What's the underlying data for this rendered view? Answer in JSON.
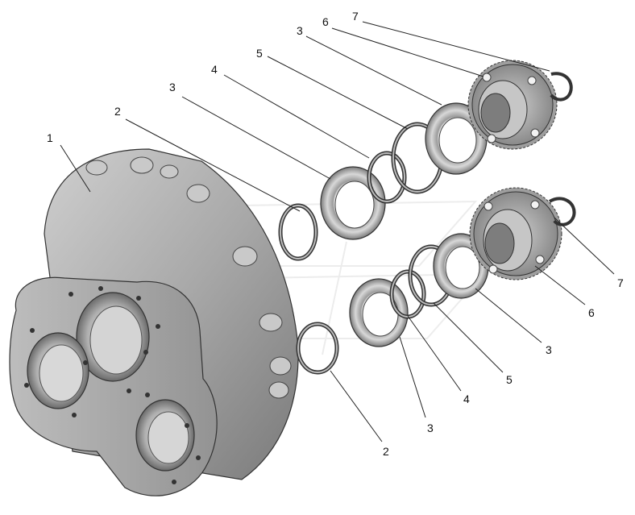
{
  "callouts": [
    {
      "id": "c1",
      "text": "1"
    },
    {
      "id": "c2a",
      "text": "2"
    },
    {
      "id": "c3a",
      "text": "3"
    },
    {
      "id": "c4a",
      "text": "4"
    },
    {
      "id": "c5a",
      "text": "5"
    },
    {
      "id": "c3b",
      "text": "3"
    },
    {
      "id": "c6a",
      "text": "6"
    },
    {
      "id": "c7a",
      "text": "7"
    },
    {
      "id": "c7b",
      "text": "7"
    },
    {
      "id": "c6b",
      "text": "6"
    },
    {
      "id": "c3c",
      "text": "3"
    },
    {
      "id": "c5b",
      "text": "5"
    },
    {
      "id": "c4b",
      "text": "4"
    },
    {
      "id": "c3d",
      "text": "3"
    },
    {
      "id": "c2b",
      "text": "2"
    }
  ],
  "colors": {
    "metal_light": "#d6d6d6",
    "metal_mid": "#a9a9a9",
    "metal_dark": "#6e6e6e",
    "outline": "#333333",
    "watermark": "#e6e6e6"
  }
}
